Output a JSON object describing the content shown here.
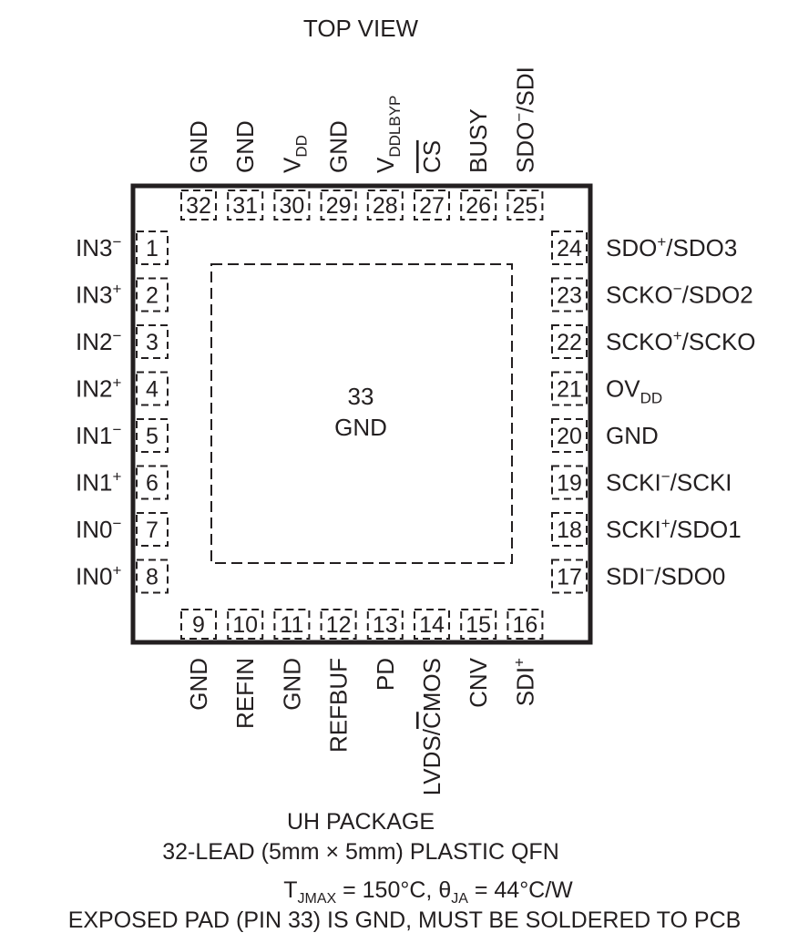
{
  "view_title": "TOP VIEW",
  "exposed_pad": {
    "number": "33",
    "name": "GND"
  },
  "pins": {
    "left": [
      {
        "num": "1",
        "base": "IN3",
        "sup": "−"
      },
      {
        "num": "2",
        "base": "IN3",
        "sup": "+"
      },
      {
        "num": "3",
        "base": "IN2",
        "sup": "−"
      },
      {
        "num": "4",
        "base": "IN2",
        "sup": "+"
      },
      {
        "num": "5",
        "base": "IN1",
        "sup": "−"
      },
      {
        "num": "6",
        "base": "IN1",
        "sup": "+"
      },
      {
        "num": "7",
        "base": "IN0",
        "sup": "−"
      },
      {
        "num": "8",
        "base": "IN0",
        "sup": "+"
      }
    ],
    "bottom": [
      {
        "num": "9",
        "base": "GND"
      },
      {
        "num": "10",
        "base": "REFIN"
      },
      {
        "num": "11",
        "base": "GND"
      },
      {
        "num": "12",
        "base": "REFBUF"
      },
      {
        "num": "13",
        "base": "PD"
      },
      {
        "num": "14",
        "base": "LVDS/",
        "over": "C",
        "rest": "MOS"
      },
      {
        "num": "15",
        "base": "CNV"
      },
      {
        "num": "16",
        "base": "SDI",
        "sup": "+"
      }
    ],
    "right": [
      {
        "num": "24",
        "base": "SDO",
        "sup": "+",
        "rest": "/SDO3"
      },
      {
        "num": "23",
        "base": "SCKO",
        "sup": "−",
        "rest": "/SDO2"
      },
      {
        "num": "22",
        "base": "SCKO",
        "sup": "+",
        "rest": "/SCKO"
      },
      {
        "num": "21",
        "base": "OV",
        "sub": "DD"
      },
      {
        "num": "20",
        "base": "GND"
      },
      {
        "num": "19",
        "base": "SCKI",
        "sup": "−",
        "rest": "/SCKI"
      },
      {
        "num": "18",
        "base": "SCKI",
        "sup": "+",
        "rest": "/SDO1"
      },
      {
        "num": "17",
        "base": "SDI",
        "sup": "−",
        "rest": "/SDO0"
      }
    ],
    "top": [
      {
        "num": "32",
        "base": "GND"
      },
      {
        "num": "31",
        "base": "GND"
      },
      {
        "num": "30",
        "base": "V",
        "sub": "DD"
      },
      {
        "num": "29",
        "base": "GND"
      },
      {
        "num": "28",
        "base": "V",
        "sub": "DDLBYP"
      },
      {
        "num": "27",
        "over": "CS"
      },
      {
        "num": "26",
        "base": "BUSY"
      },
      {
        "num": "25",
        "base": "SDO",
        "sup": "−",
        "rest": "/SDI"
      }
    ]
  },
  "footer": {
    "package_name": "UH PACKAGE",
    "package_desc": "32-LEAD (5mm × 5mm) PLASTIC QFN",
    "thermal": {
      "t": "T",
      "t_sub": "JMAX",
      "t_rest": " = 150°C, ",
      "theta": "θ",
      "theta_sub": "JA",
      "theta_rest": " = 44°C/W"
    },
    "note": "EXPOSED PAD (PIN 33) IS GND, MUST BE SOLDERED TO PCB"
  }
}
